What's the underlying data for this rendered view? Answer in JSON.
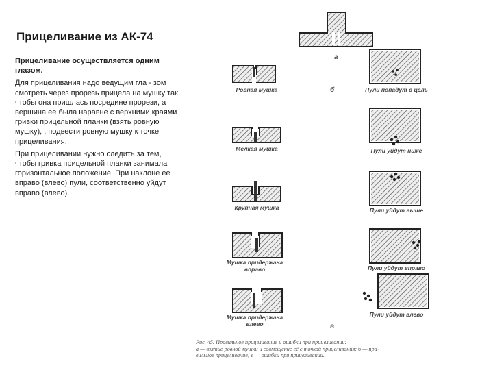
{
  "title": "Прицеливание  из АК-74",
  "text": {
    "lead": "Прицеливание осуществляется одним глазом.",
    "para1": "Для прицеливания  надо ведущим гла - зом смотреть через прорезь прицела на мушку так, чтобы она пришлась посредине прорези, а вершина ее была наравне с верхними краями гривки прицельной планки (взять ровную мушку), , подвести ровную мушку к точке прицеливания.",
    "para2": "При прицеливании нужно следить за тем, чтобы гривка прицельной планки занимала горизонтальное положение. При наклоне ее вправо (влево) пули, соответственно уйдут вправо (влево)."
  },
  "figure": {
    "letters": {
      "a": "а",
      "b": "б",
      "v": "в"
    },
    "left_captions": [
      "Ровная мушка",
      "Мелкая мушка",
      "Крупная мушка",
      "Мушка придержана вправо",
      "Мушка придержана влево"
    ],
    "right_captions": [
      "Пули попадут в цель",
      "Пули уйдут ниже",
      "Пули уйдут выше",
      "Пули уйдут вправо",
      "Пули уйдут влево"
    ],
    "caption_lines": [
      "Рис. 45. Правильное прицеливание и ошибки при прицеливании:",
      "а — взятие ровной мушки и совмещение её с точкой прицеливания; б — пра-",
      "вильное прицеливание; в — ошибки при прицеливании."
    ]
  }
}
